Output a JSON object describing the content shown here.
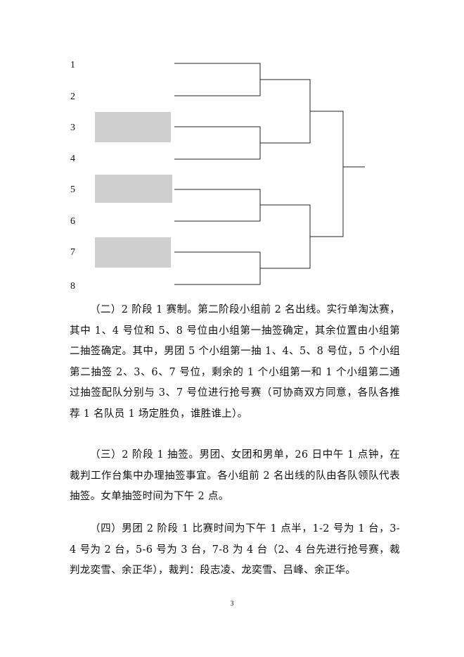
{
  "bracket": {
    "seeds": [
      "1",
      "2",
      "3",
      "4",
      "5",
      "6",
      "7",
      "8"
    ],
    "shaded_seeds": [
      "3",
      "5",
      "7"
    ],
    "shade_color": "#cfcfcf",
    "line_color": "#222222"
  },
  "paragraphs": [
    "（二）2 阶段 1 赛制。第二阶段小组前 2 名出线。实行单淘汰赛，其中 1、4 号位和 5、8 号位由小组第一抽签确定，其余位置由小组第二抽签确定。其中，男团 5 个小组第一抽 1、4、5、8 号位，5 个小组第二抽签 2、3、6、7 号位，剩余的 1 个小组第一和 1 个小组第二通过抽签配队分别与 3、7 号位进行抢号赛（可协商双方同意，各队各推荐 1 名队员 1 场定胜负，谁胜谁上）。",
    "（三）2 阶段 1 抽签。男团、女团和男单，26 日中午 1 点钟，在裁判工作台集中办理抽签事宜。各小组前 2 名出线的队由各队领队代表抽签。女单抽签时间为下午 2 点。",
    "（四）男团 2 阶段 1 比赛时间为下午 1 点半，1-2 号为 1 台，3-4 号为 2 台，5-6 号为 3 台，7-8 为 4 台（2、4 台先进行抢号赛，裁判龙奕雪、余正华），裁判：段志凌、龙奕雪、吕峰、余正华。"
  ],
  "page_number": "3"
}
